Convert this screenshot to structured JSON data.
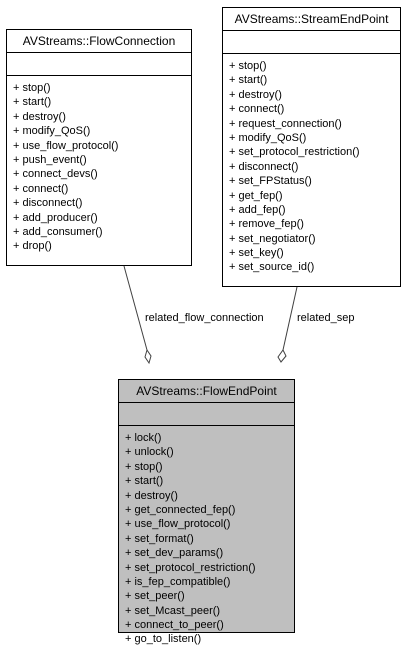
{
  "classes": {
    "flow_connection": {
      "name": "AVStreams::FlowConnection",
      "operations": [
        "+ stop()",
        "+ start()",
        "+ destroy()",
        "+ modify_QoS()",
        "+ use_flow_protocol()",
        "+ push_event()",
        "+ connect_devs()",
        "+ connect()",
        "+ disconnect()",
        "+ add_producer()",
        "+ add_consumer()",
        "+ drop()"
      ]
    },
    "stream_end_point": {
      "name": "AVStreams::StreamEndPoint",
      "operations": [
        "+ stop()",
        "+ start()",
        "+ destroy()",
        "+ connect()",
        "+ request_connection()",
        "+ modify_QoS()",
        "+ set_protocol_restriction()",
        "+ disconnect()",
        "+ set_FPStatus()",
        "+ get_fep()",
        "+ add_fep()",
        "+ remove_fep()",
        "+ set_negotiator()",
        "+ set_key()",
        "+ set_source_id()"
      ]
    },
    "flow_end_point": {
      "name": "AVStreams::FlowEndPoint",
      "operations": [
        "+ lock()",
        "+ unlock()",
        "+ stop()",
        "+ start()",
        "+ destroy()",
        "+ get_connected_fep()",
        "+ use_flow_protocol()",
        "+ set_format()",
        "+ set_dev_params()",
        "+ set_protocol_restriction()",
        "+ is_fep_compatible()",
        "+ set_peer()",
        "+ set_Mcast_peer()",
        "+ connect_to_peer()",
        "+ go_to_listen()"
      ]
    }
  },
  "edges": {
    "related_flow_connection": "related_flow_connection",
    "related_sep": "related_sep"
  }
}
